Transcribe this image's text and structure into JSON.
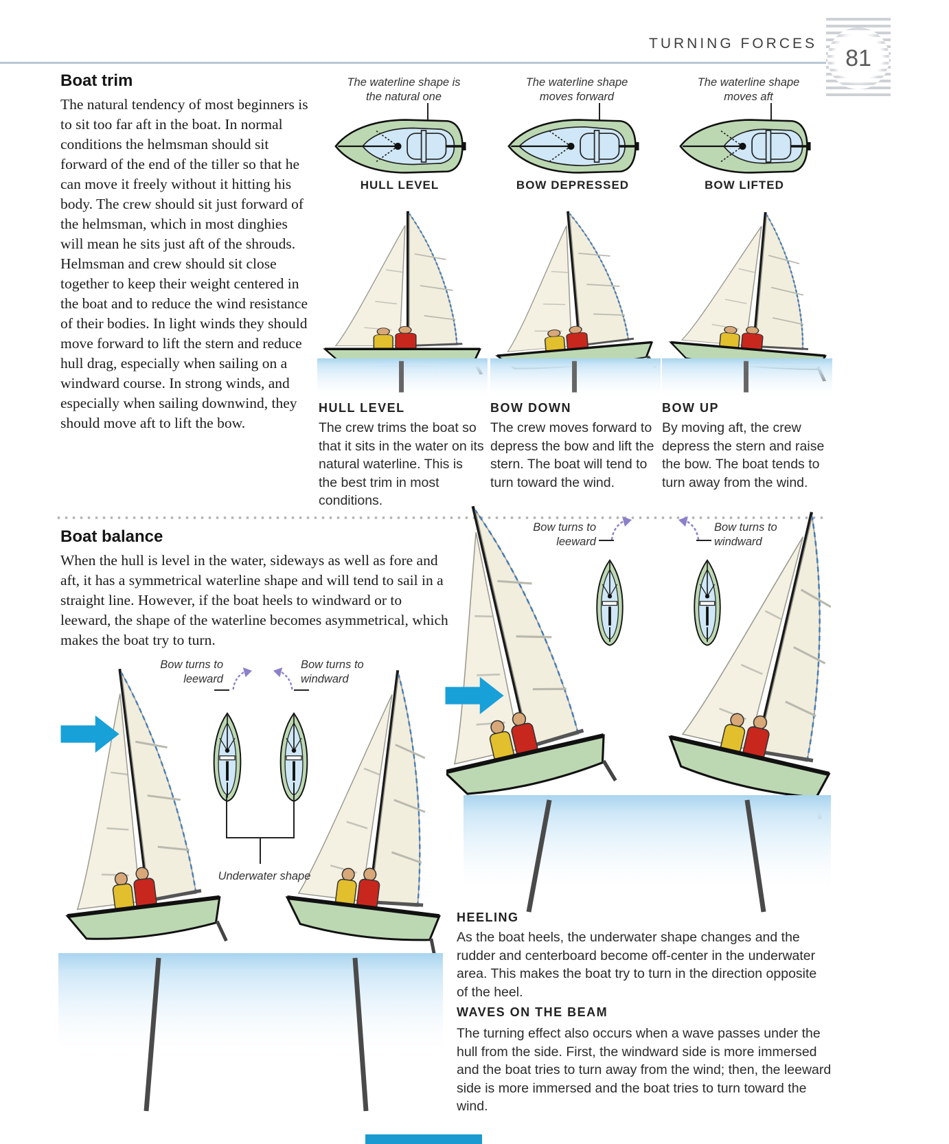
{
  "page": {
    "header": "TURNING FORCES",
    "page_number": "81"
  },
  "colors": {
    "flow_arrow_blue": "#18a0d8",
    "turn_arrow_purple": "#8d80c9",
    "hull_green": "#bcd8b2",
    "waterline_blue": "#cfe7f6",
    "rule_gray_blue": "#b9c7d4"
  },
  "boat_trim": {
    "heading": "Boat trim",
    "body": "The natural tendency of most beginners is to sit too far aft in the boat. In normal conditions the helmsman should sit forward of the end of the tiller so that he can move it freely without it hitting his body. The crew should sit just forward of the helmsman, which in most dinghies will mean he sits just aft of the shrouds. Helmsman and crew should sit close together to keep their weight centered in the boat and to reduce the wind resistance of their bodies. In light winds they should move forward to lift the stern and reduce hull drag, especially when sailing on a windward course. In strong winds, and especially when sailing downwind, they should move aft to lift the bow."
  },
  "waterline_diagrams": [
    {
      "label": "The waterline shape is the natural one",
      "caption": "HULL LEVEL"
    },
    {
      "label": "The waterline shape moves forward",
      "caption": "BOW DEPRESSED"
    },
    {
      "label": "The waterline shape moves aft",
      "caption": "BOW LIFTED"
    }
  ],
  "trim_figures": [
    {
      "heading": "HULL LEVEL",
      "body": "The crew trims the boat so that it sits in the water on its natural waterline. This is the best trim in most conditions."
    },
    {
      "heading": "BOW DOWN",
      "body": "The crew moves forward to depress the bow and lift the stern. The boat will tend to turn toward the wind."
    },
    {
      "heading": "BOW UP",
      "body": "By moving aft, the crew depress the stern and raise the bow. The boat tends to turn away from the wind."
    }
  ],
  "boat_balance": {
    "heading": "Boat balance",
    "body": "When the hull is level in the water, sideways as well as fore and aft, it has a symmetrical waterline shape and will tend to sail in a straight line. However, if the boat heels to windward or to leeward, the shape of the waterline becomes asymmetrical, which makes the boat try to turn."
  },
  "balance_left": {
    "label_leeward": "Bow turns to leeward",
    "label_windward": "Bow turns to windward",
    "underwater_label": "Underwater shape"
  },
  "balance_right": {
    "label_leeward": "Bow turns to leeward",
    "label_windward": "Bow turns to windward"
  },
  "heeling": {
    "heading": "HEELING",
    "body": "As the boat heels, the underwater shape changes and the rudder and centerboard become off-center in the underwater area. This makes the boat try to turn in the direction opposite of the heel."
  },
  "waves": {
    "heading": "WAVES ON THE BEAM",
    "body": "The turning effect also occurs when a wave passes under the hull from the side. First, the windward side is more immersed and the boat tries to turn away from the wind; then, the leeward side is more immersed and the boat tries to turn toward the wind."
  }
}
